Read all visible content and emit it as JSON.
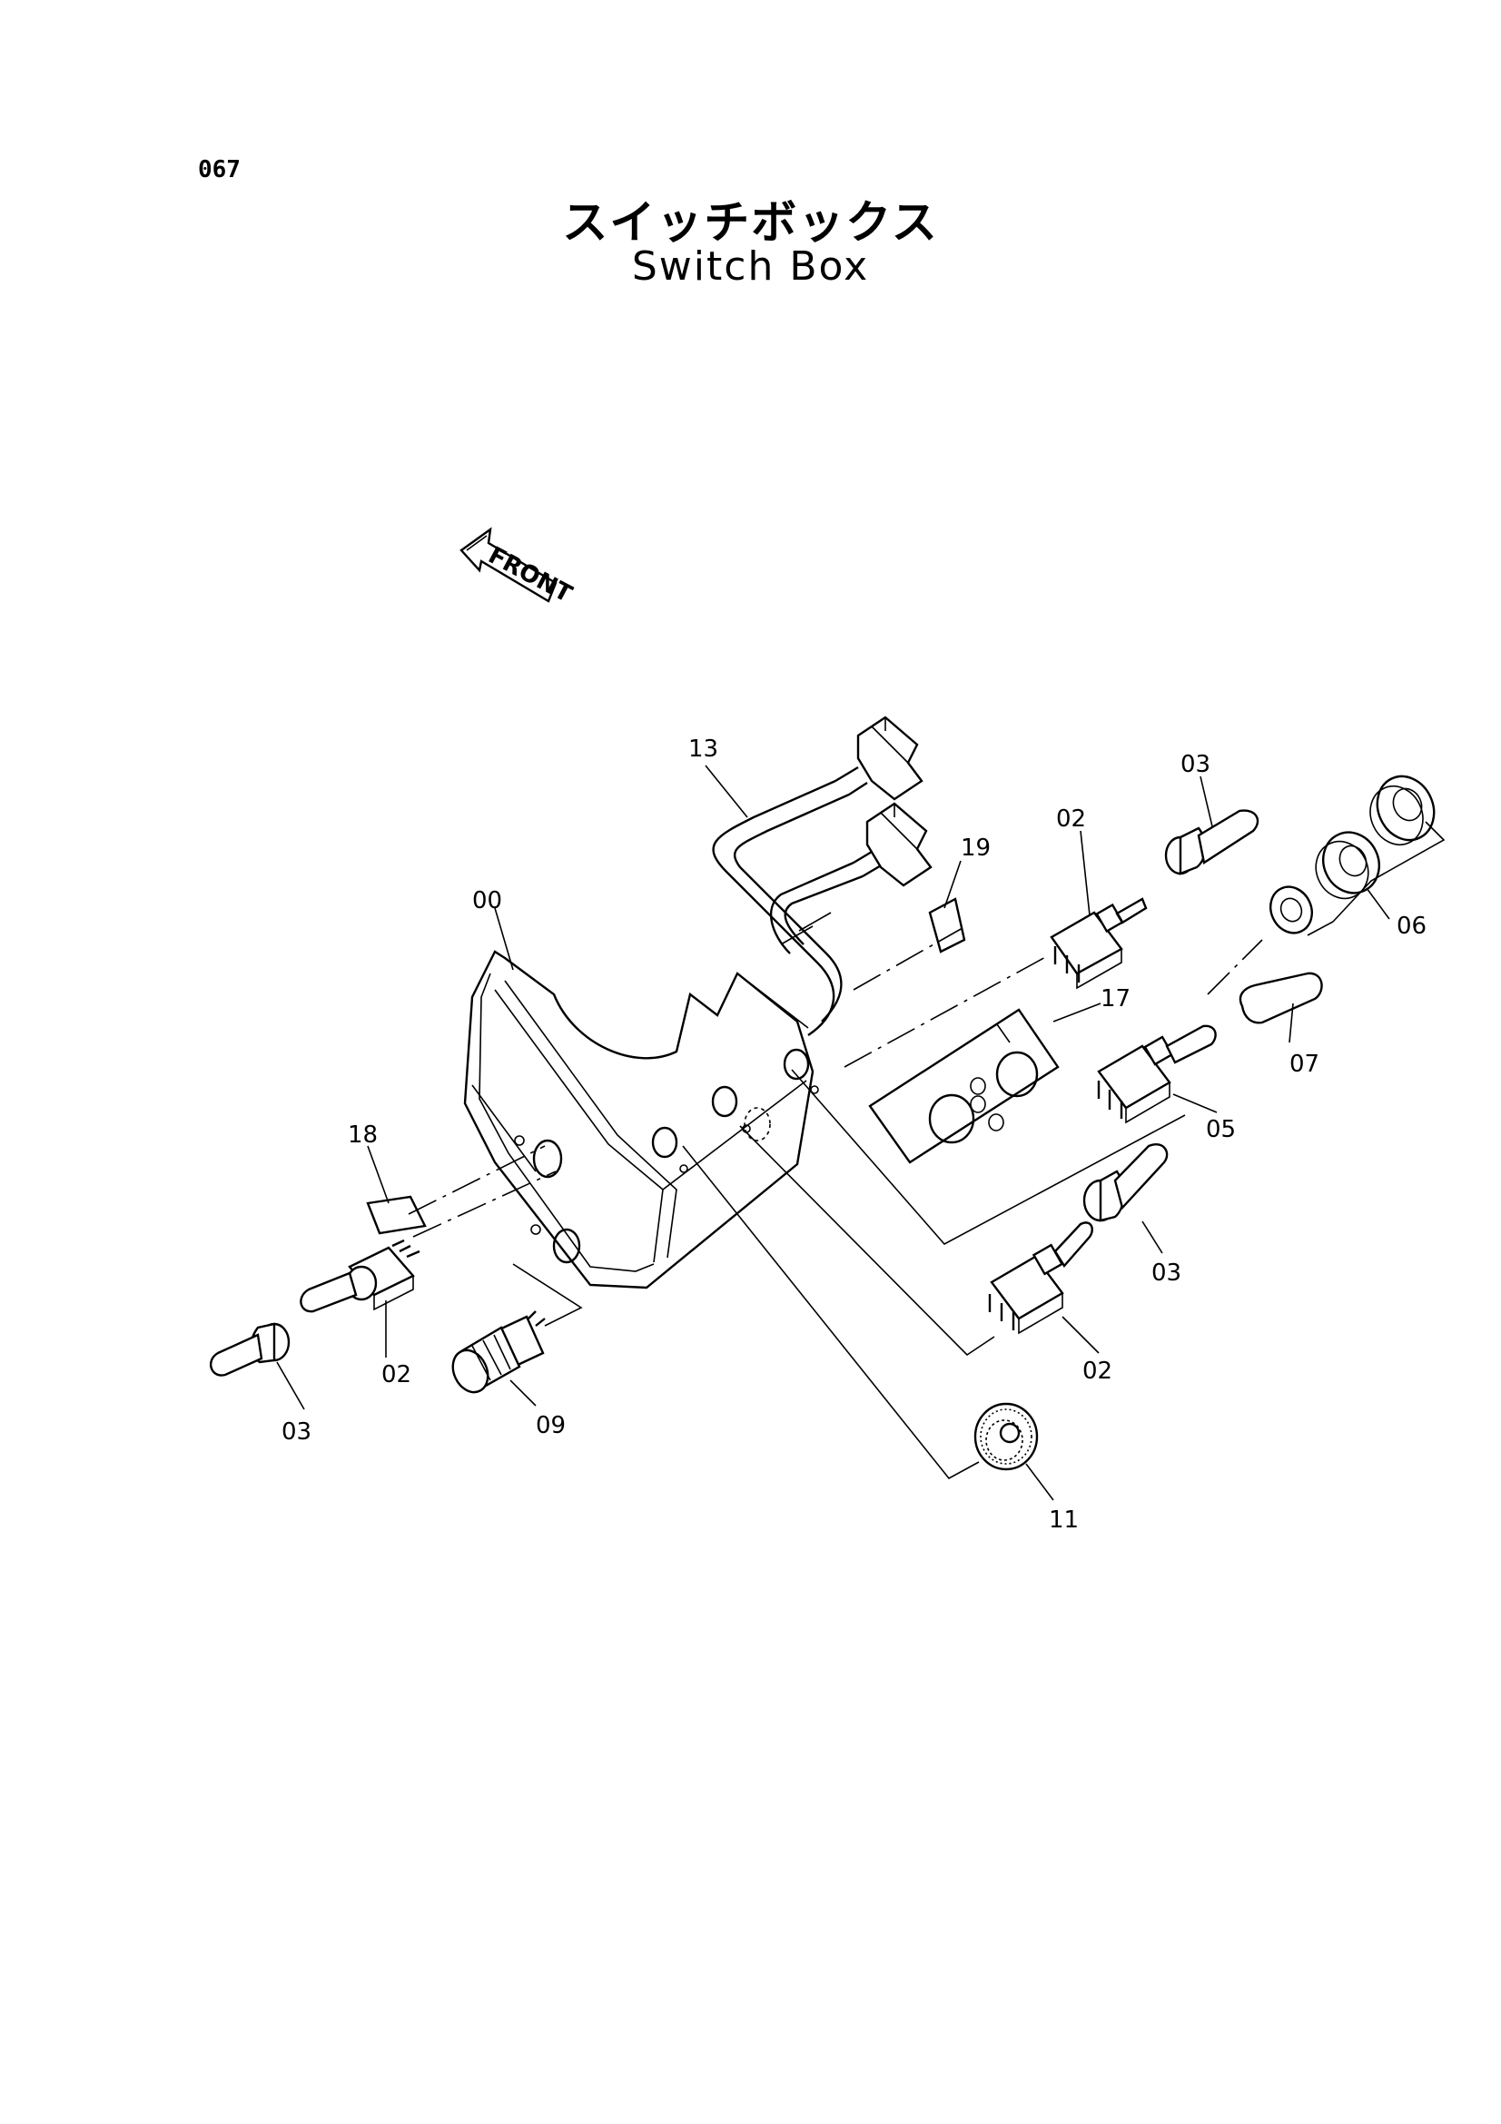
{
  "header": {
    "page_number": "067",
    "title_jp": "スイッチボックス",
    "title_en": "Switch Box"
  },
  "front_arrow": {
    "label": "FRONT"
  },
  "callouts": {
    "c00": "00",
    "c13": "13",
    "c03a": "03",
    "c02a": "02",
    "c19": "19",
    "c06": "06",
    "c17": "17",
    "c07": "07",
    "c05": "05",
    "c18": "18",
    "c03b": "03",
    "c02b": "02",
    "c02c": "02",
    "c03c": "03",
    "c09": "09",
    "c11": "11"
  }
}
